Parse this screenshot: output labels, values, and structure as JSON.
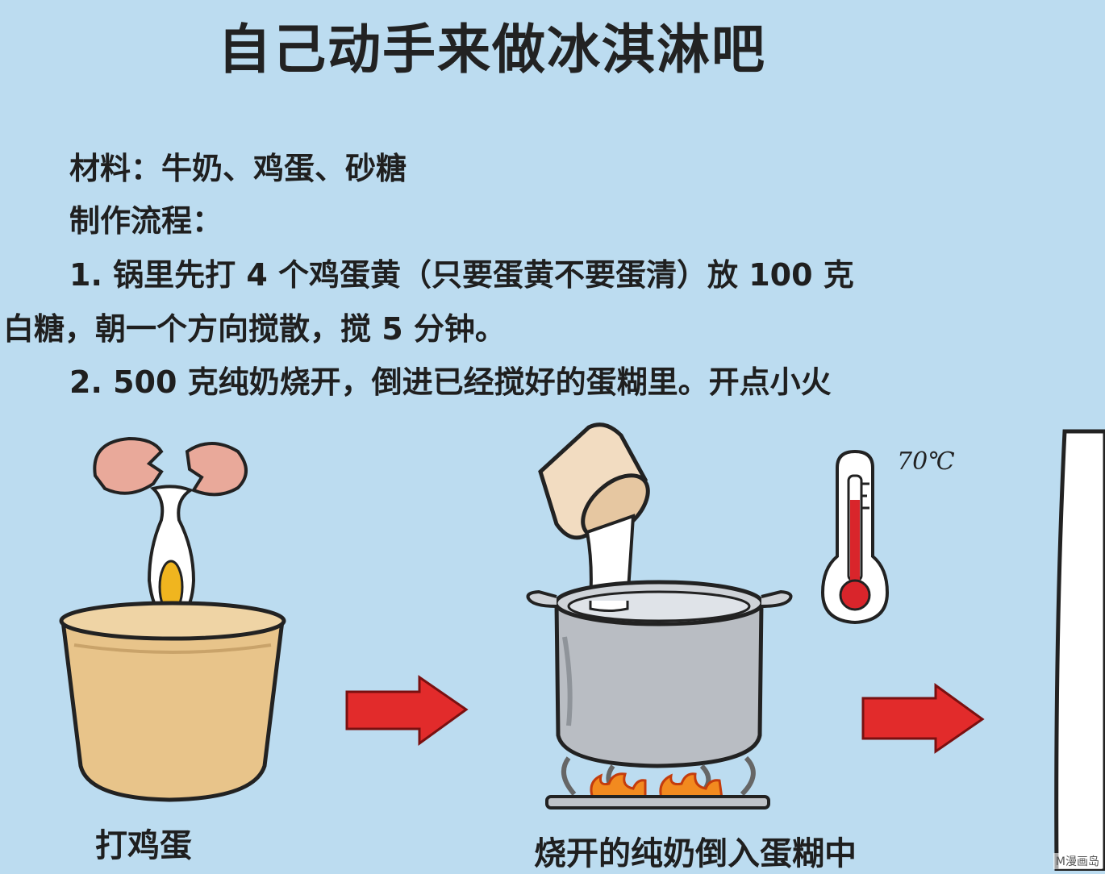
{
  "title": "自己动手来做冰淇淋吧",
  "instructions": {
    "materials": "材料：牛奶、鸡蛋、砂糖",
    "process_heading": "制作流程：",
    "step1_line1": "1. 锅里先打 4 个鸡蛋黄（只要蛋黄不要蛋清）放 100 克",
    "step1_line2": "白糖，朝一个方向搅散，搅 5 分钟。",
    "step2_line1": "2. 500 克纯奶烧开，倒进已经搅好的蛋糊里。开点小火"
  },
  "captions": {
    "beat_eggs": "打鸡蛋",
    "pour_milk": "烧开的纯奶倒入蛋糊中"
  },
  "thermometer_label": "70℃",
  "watermark": "M漫画岛",
  "colors": {
    "background": "#bcdcf0",
    "arrow": "#e22b2b",
    "bowl": "#e8c48a",
    "mercury": "#d9252b",
    "pot": "#b9bdc3"
  }
}
